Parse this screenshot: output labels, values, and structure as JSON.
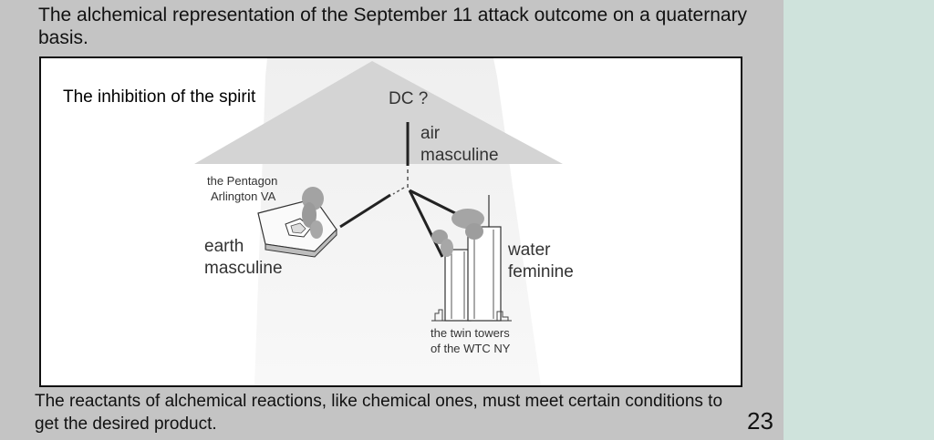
{
  "slide": {
    "title": "The alchemical representation of the September 11 attack outcome on a quaternary basis.",
    "footer": "The reactants of alchemical reactions, like chemical ones, must meet certain conditions to get the desired product.",
    "page_number": "23"
  },
  "diagram": {
    "heading": "The inhibition of the spirit",
    "top_node": "DC ?",
    "air": {
      "line1": "air",
      "line2": "masculine"
    },
    "earth": {
      "line1": "earth",
      "line2": "masculine"
    },
    "water": {
      "line1": "water",
      "line2": "feminine"
    },
    "pentagon_caption": {
      "line1": "the Pentagon",
      "line2": "Arlington VA"
    },
    "towers_caption": {
      "line1": "the twin towers",
      "line2": "of the WTC NY"
    }
  },
  "colors": {
    "background": "#c4c4c4",
    "side_panel": "#cfe3dc",
    "arrow_gray": "#d4d4d4",
    "smoke_gray": "#999999"
  }
}
